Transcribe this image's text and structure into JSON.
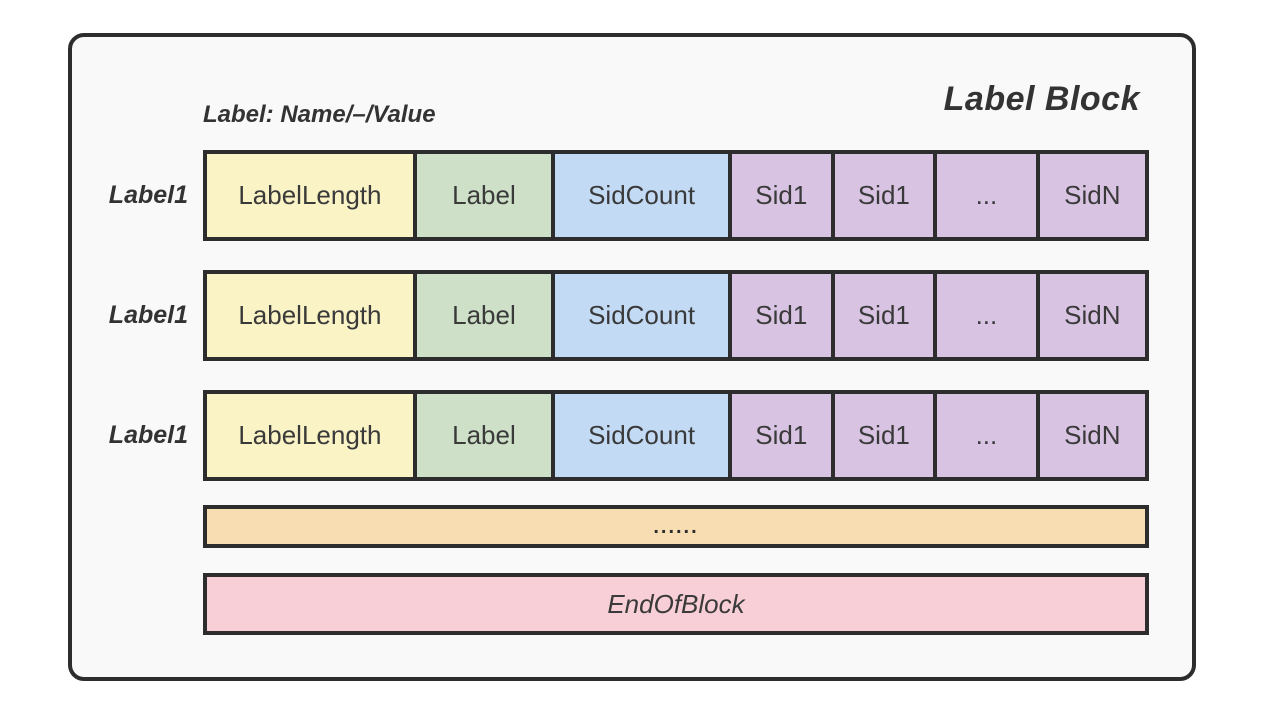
{
  "diagram": {
    "title": "Label Block",
    "caption": "Label: Name/–/Value",
    "rows": [
      {
        "label": "Label1",
        "cells": [
          {
            "text": "LabelLength",
            "color": "#f9f3c5"
          },
          {
            "text": "Label",
            "color": "#cfe0c9"
          },
          {
            "text": "SidCount",
            "color": "#c2daf3"
          },
          {
            "text": "Sid1",
            "color": "#d8c3e2"
          },
          {
            "text": "Sid1",
            "color": "#d8c3e2"
          },
          {
            "text": "...",
            "color": "#d8c3e2"
          },
          {
            "text": "SidN",
            "color": "#d8c3e2"
          }
        ]
      },
      {
        "label": "Label1",
        "cells": [
          {
            "text": "LabelLength",
            "color": "#f9f3c5"
          },
          {
            "text": "Label",
            "color": "#cfe0c9"
          },
          {
            "text": "SidCount",
            "color": "#c2daf3"
          },
          {
            "text": "Sid1",
            "color": "#d8c3e2"
          },
          {
            "text": "Sid1",
            "color": "#d8c3e2"
          },
          {
            "text": "...",
            "color": "#d8c3e2"
          },
          {
            "text": "SidN",
            "color": "#d8c3e2"
          }
        ]
      },
      {
        "label": "Label1",
        "cells": [
          {
            "text": "LabelLength",
            "color": "#f9f3c5"
          },
          {
            "text": "Label",
            "color": "#cfe0c9"
          },
          {
            "text": "SidCount",
            "color": "#c2daf3"
          },
          {
            "text": "Sid1",
            "color": "#d8c3e2"
          },
          {
            "text": "Sid1",
            "color": "#d8c3e2"
          },
          {
            "text": "...",
            "color": "#d8c3e2"
          },
          {
            "text": "SidN",
            "color": "#d8c3e2"
          }
        ]
      }
    ],
    "ellipsis_label": "......",
    "end_label": "EndOfBlock"
  },
  "colors": {
    "border": "#2d2d2d",
    "container_bg": "#f9f9f9",
    "page_bg": "#ffffff",
    "text": "#3a3a3a",
    "cell_yellow": "#f9f3c5",
    "cell_green": "#cfe0c9",
    "cell_blue": "#c2daf3",
    "cell_purple": "#d8c3e2",
    "row_orange": "#f8ddb2",
    "row_pink": "#f8cfd6"
  }
}
